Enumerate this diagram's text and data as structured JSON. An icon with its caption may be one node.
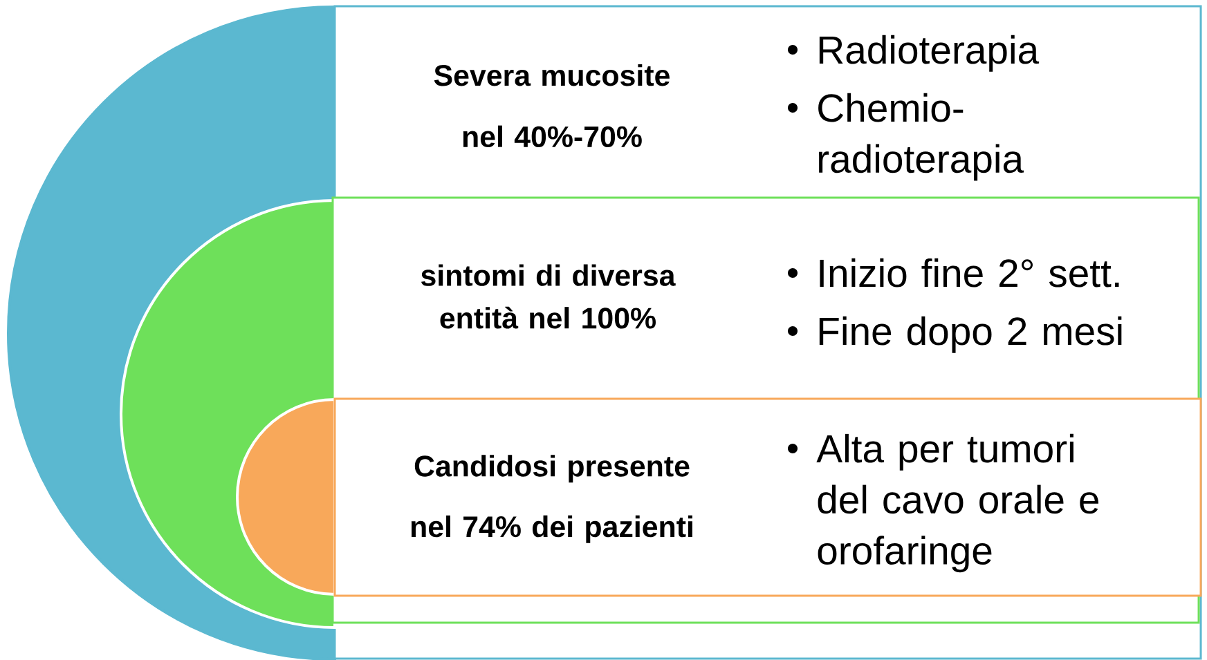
{
  "diagram": {
    "nodes": [
      {
        "text": [
          "Severa mucosite nel 40%-70%",
          "Radioterapia",
          "Chemio-radioterapia"
        ]
      },
      {
        "text": [
          "sintomi di diversa entità nel 100%",
          "Inizio fine 2° sett.",
          "Fine dopo 2 mesi"
        ],
        "in": 0
      },
      {
        "text": [
          "Candidosi presente nel 74% dei pazienti",
          "Alta per tumori del cavo orale e orofaringe"
        ],
        "in": 1
      }
    ]
  }
}
